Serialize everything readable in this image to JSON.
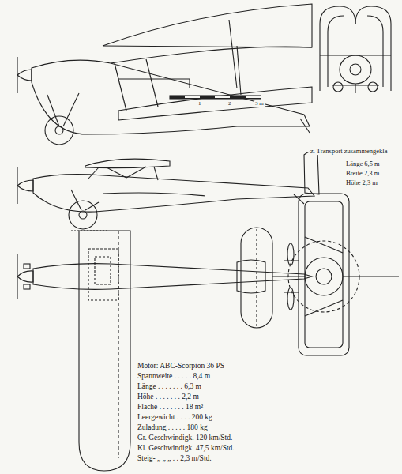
{
  "diagram": {
    "labels": [
      "z. Transport zusammengekla",
      "Länge 6,5 m",
      "Breite 2,3 m",
      "Höhe 2,3 m",
      "1",
      "2",
      "3 m",
      "Motor: ABC-Scorpion 36 PS",
      "Spannweite . . . . . 8,4 m",
      "Länge . . . . . . . 6,3 m",
      "Höhe . . . . . . . 2,2 m",
      "Fläche . . . . . . . 18 m²",
      "Leergewicht . . . . 200 kg",
      "Zuladung . . . . . 180 kg",
      "Gr. Geschwindigk. 120 km/Std.",
      "Kl. Geschwindigk. 47,5 km/Std.",
      "Steig- „ „ „ . . 2,3 m/Std."
    ]
  }
}
